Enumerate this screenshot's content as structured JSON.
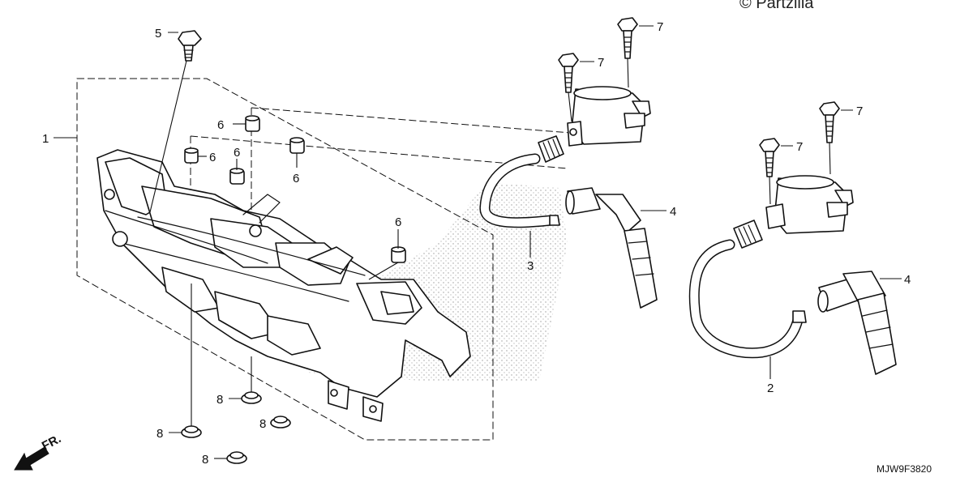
{
  "copyright": "© Partzilla",
  "diagram_code": "MJW9F3820",
  "front_marker": "FR.",
  "callouts": {
    "c1": "1",
    "c2": "2",
    "c3": "3",
    "c4a": "4",
    "c4b": "4",
    "c5": "5",
    "c6a": "6",
    "c6b": "6",
    "c6c": "6",
    "c6d": "6",
    "c6e": "6",
    "c7a": "7",
    "c7b": "7",
    "c7c": "7",
    "c7d": "7",
    "c8a": "8",
    "c8b": "8",
    "c8c": "8",
    "c8d": "8"
  }
}
